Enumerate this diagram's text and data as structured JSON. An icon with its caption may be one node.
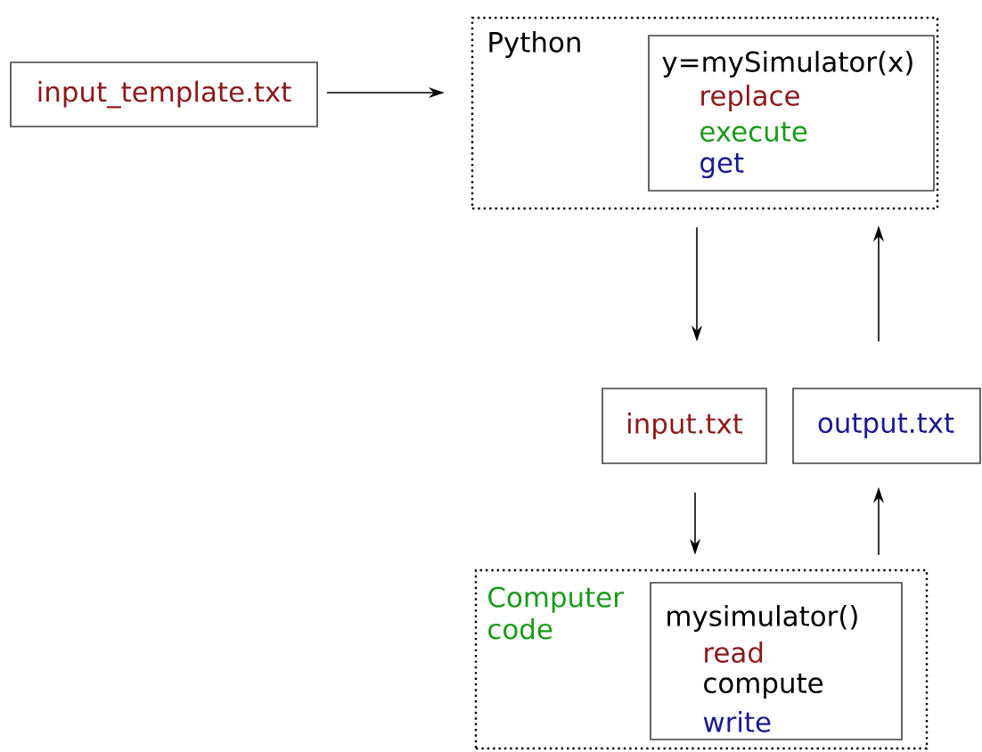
{
  "diagram": {
    "nodes": [
      {
        "text": [
          "input_template.txt"
        ]
      },
      {
        "text": [
          "Python"
        ]
      },
      {
        "text": [
          "y=mySimulator(x)",
          "replace",
          "execute",
          "get"
        ],
        "in": 1
      },
      {
        "text": [
          "input.txt"
        ]
      },
      {
        "text": [
          "output.txt"
        ]
      },
      {
        "text": [
          "Computer code"
        ]
      },
      {
        "text": [
          "mysimulator()",
          "read",
          "compute",
          "write"
        ],
        "in": 5
      }
    ],
    "edges": [
      {
        "from": 0,
        "to": 1,
        "arrow": "to"
      },
      {
        "from": 1,
        "to": 3,
        "arrow": "to"
      },
      {
        "from": 4,
        "to": 1,
        "arrow": "to"
      },
      {
        "from": 3,
        "to": 5,
        "arrow": "to"
      },
      {
        "from": 5,
        "to": 4,
        "arrow": "to"
      }
    ]
  }
}
